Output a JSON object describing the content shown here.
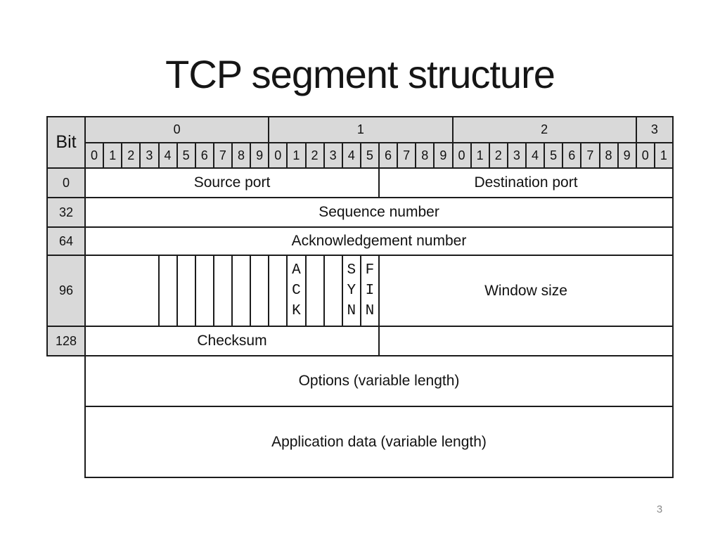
{
  "slide": {
    "title": "TCP segment structure",
    "page_number": "3",
    "colors": {
      "cell_fill": "#d9d9d9",
      "border": "#1c1c1c",
      "title": "#151515",
      "page_number": "#8a8a8a"
    }
  },
  "table": {
    "corner_label": "Bit",
    "byte_groups": [
      "0",
      "1",
      "2",
      "3"
    ],
    "bit_digits": [
      "0",
      "1",
      "2",
      "3",
      "4",
      "5",
      "6",
      "7",
      "8",
      "9",
      "0",
      "1",
      "2",
      "3",
      "4",
      "5",
      "6",
      "7",
      "8",
      "9",
      "0",
      "1",
      "2",
      "3",
      "4",
      "5",
      "6",
      "7",
      "8",
      "9",
      "0",
      "1"
    ],
    "row_labels": [
      "0",
      "32",
      "64",
      "96",
      "128"
    ],
    "fields": {
      "source_port": "Source port",
      "destination_port": "Destination port",
      "sequence_number": "Sequence number",
      "acknowledgement_number": "Acknowledgement number",
      "window_size": "Window size",
      "checksum": "Checksum",
      "options": "Options (variable length)",
      "application_data": "Application data (variable length)"
    },
    "flag_bits": [
      "",
      "",
      "",
      "",
      "",
      "",
      "",
      "A\nC\nK",
      "",
      "",
      "S\nY\nN",
      "F\nI\nN"
    ]
  }
}
